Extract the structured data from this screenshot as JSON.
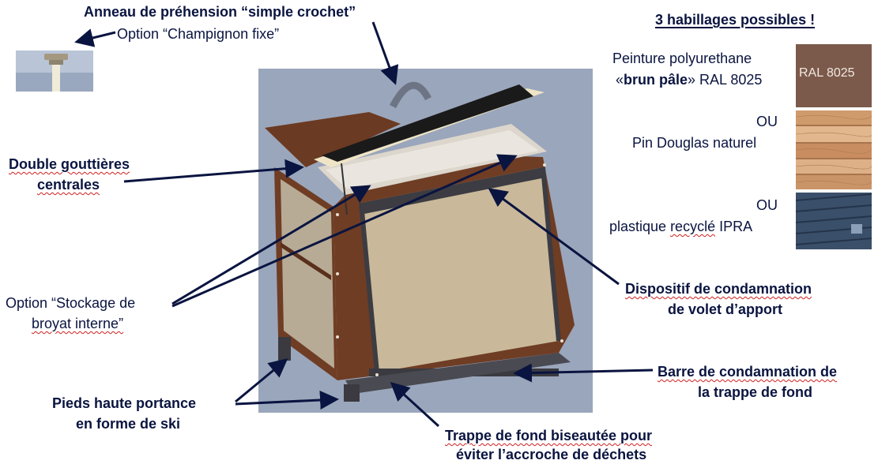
{
  "labels": {
    "ring_title": "Anneau de préhension “simple crochet”",
    "ring_option": "Option “Champignon fixe”",
    "gutters_line1": "Double gouttières",
    "gutters_line2": "centrales",
    "storage_line1": "Option “Stockage de",
    "storage_line2": "broyat interne”",
    "feet_line1": "Pieds haute portance",
    "feet_line2": "en forme de ski",
    "lock_device_line1": "Dispositif de condamnation",
    "lock_device_line2": "de volet d’apport",
    "bar_line1": "Barre de condamnation de",
    "bar_line2": "la trappe de fond",
    "hatch_line1": "Trappe de fond biseautée pour",
    "hatch_line2": "éviter l’accroche de déchets"
  },
  "finishes": {
    "heading": "3 habillages possibles !",
    "paint_line1": "Peinture polyurethane",
    "paint_prefix": "«",
    "paint_bold": "brun pâle",
    "paint_suffix": "» RAL 8025",
    "or1": "OU",
    "pine": "Pin Douglas naturel",
    "or2": "OU",
    "plastic": "plastique recyclé IPRA",
    "ral_swatch_text": "RAL 8025"
  },
  "colors": {
    "text": "#0a1440",
    "arrow": "#0a1440",
    "ral_brown": "#7b5a4b",
    "wood_frame": "#6b3a22",
    "panel": "#c8b898"
  }
}
